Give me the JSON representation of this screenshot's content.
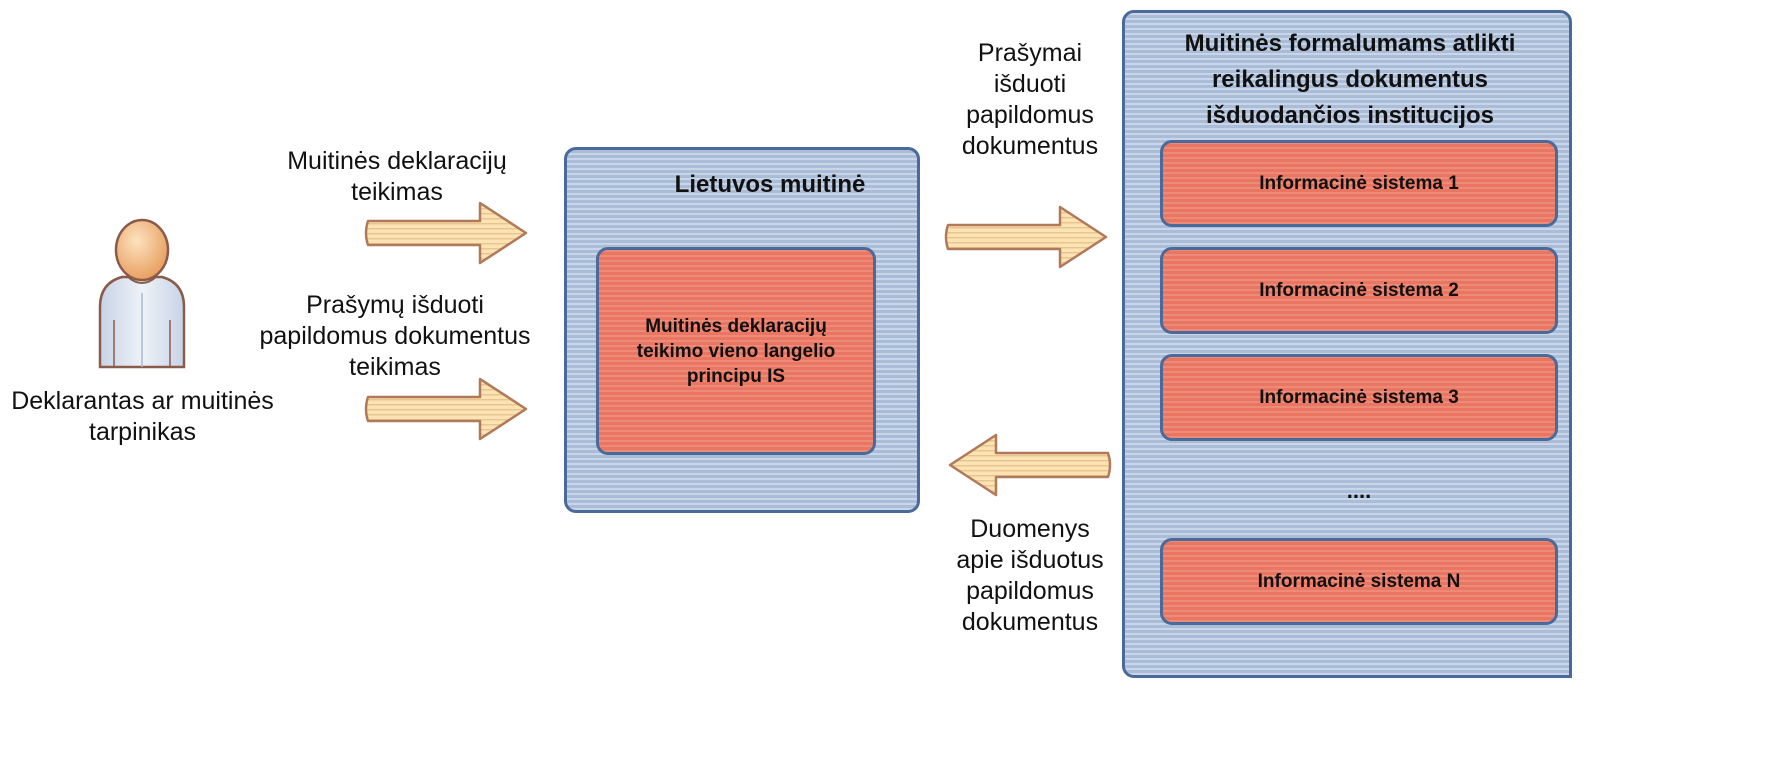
{
  "actor": {
    "label_line1": "Deklarantas ar muitinės",
    "label_line2": "tarpinikas"
  },
  "flows": {
    "declarations_line1": "Muitinės deklaracijų",
    "declarations_line2": "teikimas",
    "requests_line1": "Prašymų išduoti",
    "requests_line2": "papildomus dokumentus",
    "requests_line3": "teikimas",
    "outgoing_line1": "Prašymai",
    "outgoing_line2": "išduoti",
    "outgoing_line3": "papildomus",
    "outgoing_line4": "dokumentus",
    "incoming_line1": "Duomenys",
    "incoming_line2": "apie išduotus",
    "incoming_line3": "papildomus",
    "incoming_line4": "dokumentus"
  },
  "customs": {
    "title": "Lietuvos muitinė",
    "system_line1": "Muitinės deklaracijų",
    "system_line2": "teikimo vieno langelio",
    "system_line3": "principu IS"
  },
  "institutions": {
    "title_line1": "Muitinės formalumams atlikti",
    "title_line2": "reikalingus dokumentus",
    "title_line3": "išduodančios institucijos",
    "systems": [
      "Informacinė sistema 1",
      "Informacinė sistema 2",
      "Informacinė sistema 3",
      "Informacinė sistema N"
    ],
    "ellipsis": "...."
  },
  "colors": {
    "panel_fill": "#a9bcd8",
    "panel_border": "#4a6a9a",
    "system_fill": "#ea7560",
    "arrow_fill": "#fbe3b4",
    "arrow_border": "#b07a5a"
  }
}
